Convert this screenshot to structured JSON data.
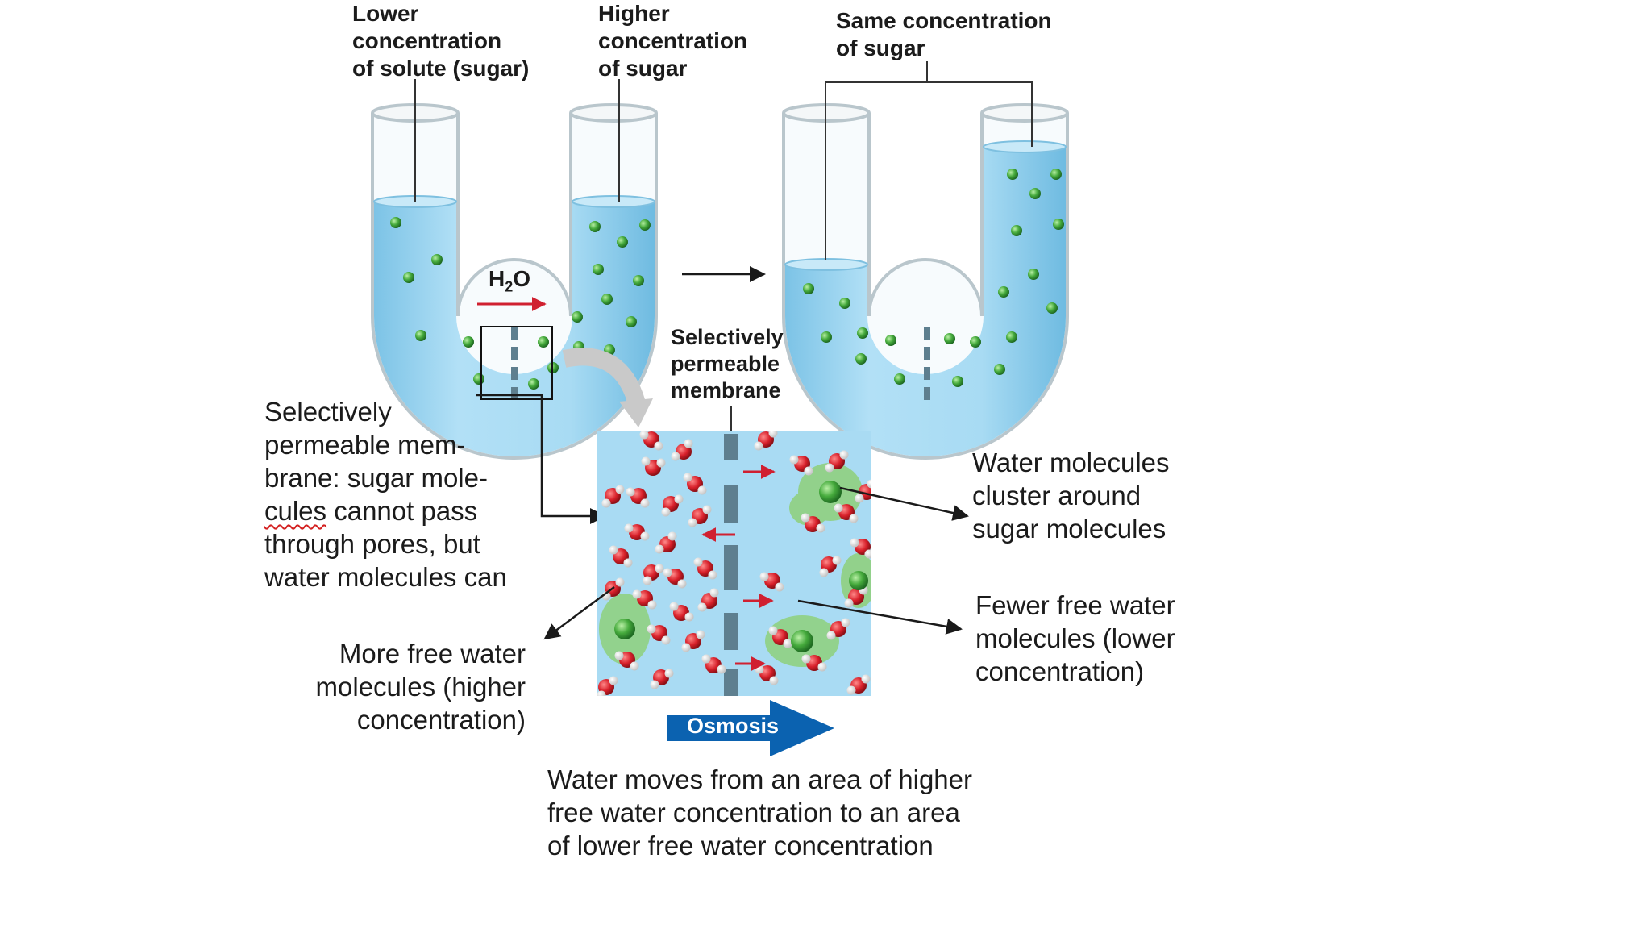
{
  "labels": {
    "lower_concentration": [
      "Lower",
      "concentration",
      "of solute (sugar)"
    ],
    "higher_concentration": [
      "Higher",
      "concentration",
      "of sugar"
    ],
    "same_concentration": [
      "Same concentration",
      "of sugar"
    ],
    "h2o": {
      "h": "H",
      "sub": "2",
      "o": "O"
    },
    "selectively_permeable_membrane_small": [
      "Selectively",
      "permeable",
      "membrane"
    ],
    "membrane_description": [
      "Selectively",
      "permeable mem-",
      "brane: sugar mole-",
      "cules",
      " cannot pass",
      "through pores, but",
      "water molecules can"
    ],
    "cluster": [
      "Water molecules",
      "cluster around",
      "sugar molecules"
    ],
    "more_free_water": [
      "More free water",
      "molecules (higher",
      "concentration)"
    ],
    "fewer_free_water": [
      "Fewer free water",
      "molecules (lower",
      "concentration)"
    ],
    "osmosis": "Osmosis",
    "caption": [
      "Water moves from an area of higher",
      "free water concentration to an area",
      "of lower free water concentration"
    ]
  },
  "colors": {
    "water": "#a9dbf3",
    "water_dark": "#6cb8de",
    "sugar": "#3fa33f",
    "oxygen": "#d8202a",
    "hydrogen": "#f2f2f2",
    "membrane": "#5e7f8f",
    "osmosis_arrow": "#0b62b0",
    "flow_arrow": "#d02030"
  }
}
